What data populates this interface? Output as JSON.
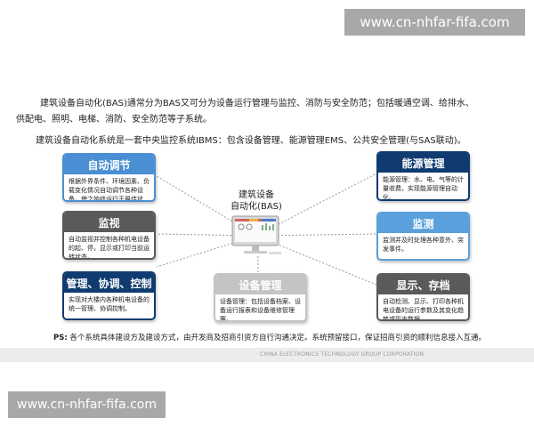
{
  "watermark_top": "www.cn-nhfar-fifa.com",
  "watermark_bottom": "www.cn-nhfar-fifa.com",
  "intro": {
    "line1": "建筑设备自动化(BAS)通常分为BAS又可分为设备运行管理与监控、消防与安全防范；包括暖通空调、给排水、",
    "line2": "供配电、照明、电梯、消防、安全防范等子系统。",
    "line3": "建筑设备自动化系统是一套中央监控系统IBMS：包含设备管理、能源管理EMS、公共安全管理(与SAS联动)。"
  },
  "center": {
    "title_line1": "建筑设备",
    "title_line2": "自动化(BAS)",
    "icon": "computer-monitor-icon"
  },
  "boxes": {
    "auto_adjust": {
      "title": "自动调节",
      "body": "根据外界条件、环境因素、负载变化情况自动调节各种设备，使之始终运行于最佳状态。",
      "color": "#4a8fd4"
    },
    "monitor": {
      "title": "监视",
      "body": "自动监视并控制各种机电设备的起、停，显示或打印当前运转状态。",
      "color": "#5a5a5a"
    },
    "manage": {
      "title": "管理、协调、控制",
      "body": "实现对大楼内各种机电设备的统一管理、协调控制。",
      "color": "#0f3b70"
    },
    "energy": {
      "title": "能源管理",
      "body": "能源管理：水、电、气等的计量收费，实现能源管理自动化。",
      "color": "#0f3b70"
    },
    "detect": {
      "title": "监测",
      "body": "监测并及时处理各种意外、突发事件。",
      "color": "#5aa0dc"
    },
    "display": {
      "title": "显示、存档",
      "body": "自动检测、显示、打印各种机电设备的运行参数及其变化趋势或历史数据。",
      "color": "#5a5a5a"
    },
    "equipment": {
      "title": "设备管理",
      "body": "设备管理：包括设备档案、设备运行报表和设备维修管理等。",
      "color": "#c4c4c4"
    }
  },
  "ps": {
    "label": "PS:",
    "text": " 各个系统具体建设方及建设方式，由开发商及招商引资方自行沟通决定。系统预留接口，保证招商引资的顺利信息接入互通。"
  },
  "footer": "CHINA ELECTRONICS TECHNOLOGY GROUP CORPORATION"
}
